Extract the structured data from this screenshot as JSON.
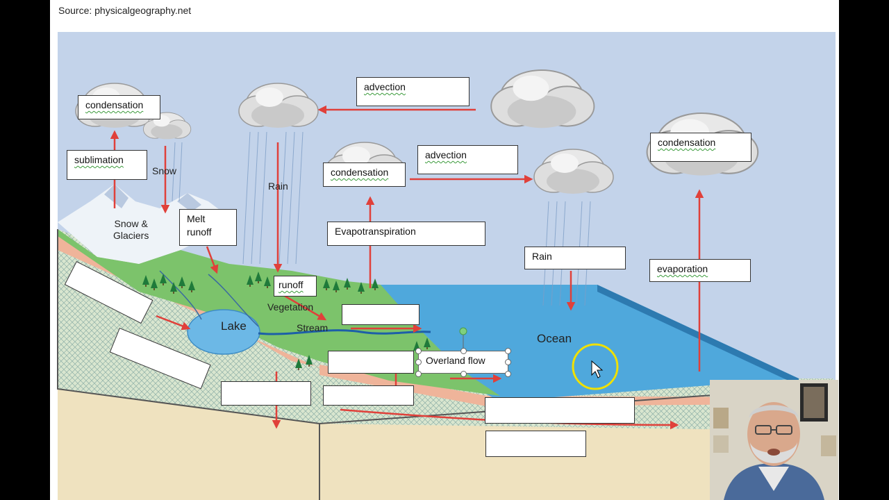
{
  "source_text": "Source: physicalgeography.net",
  "labels": {
    "condensation_1": "condensation",
    "sublimation": "sublimation",
    "melt_runoff": "Melt\nrunoff",
    "advection_1": "advection",
    "advection_2": "advection",
    "condensation_2": "condensation",
    "evapotranspiration": "Evapotranspiration",
    "condensation_3": "condensation",
    "rain_box": "Rain",
    "evaporation": "evaporation",
    "runoff": "runoff",
    "overland_flow": "Overland flow"
  },
  "map_labels": {
    "snow": "Snow",
    "snow_glaciers": "Snow &\nGlaciers",
    "rain": "Rain",
    "vegetation": "Vegetation",
    "stream": "Stream",
    "lake": "Lake",
    "ocean": "Ocean"
  },
  "colors": {
    "sky": "#c3d3ea",
    "ocean": "#4fa8dc",
    "land_green": "#7cc36b",
    "arrow_red": "#e0403a",
    "soil_pink": "#efb49a",
    "bedrock": "#efe2bf",
    "cursor_highlight": "#f0e000"
  }
}
